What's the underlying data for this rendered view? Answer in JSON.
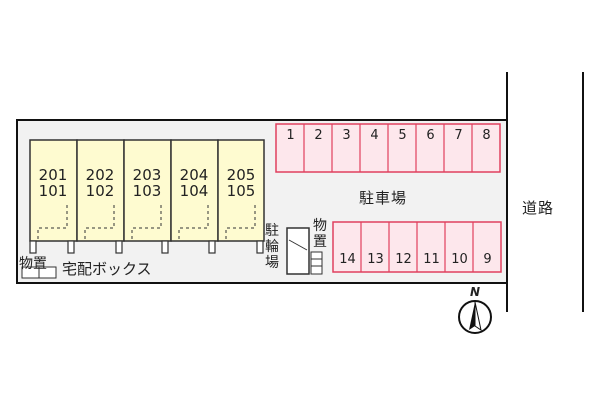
{
  "units": [
    {
      "upper": "201",
      "lower": "101"
    },
    {
      "upper": "202",
      "lower": "102"
    },
    {
      "upper": "203",
      "lower": "103"
    },
    {
      "upper": "204",
      "lower": "104"
    },
    {
      "upper": "205",
      "lower": "105"
    }
  ],
  "parking_top": [
    "1",
    "2",
    "3",
    "4",
    "5",
    "6",
    "7",
    "8"
  ],
  "parking_bottom": [
    "14",
    "13",
    "12",
    "11",
    "10",
    "9"
  ],
  "labels": {
    "parking": "駐車場",
    "road": "道路",
    "bicycle_parking": "駐輪場",
    "storage_right": "物置",
    "storage_left": "物置",
    "delivery_box": "宅配ボックス",
    "north": "N"
  },
  "colors": {
    "building_fill": "#fefbd0",
    "parking_fill": "#fde7ec",
    "parking_stroke": "#e0405e",
    "site_fill": "#f2f2f2"
  }
}
